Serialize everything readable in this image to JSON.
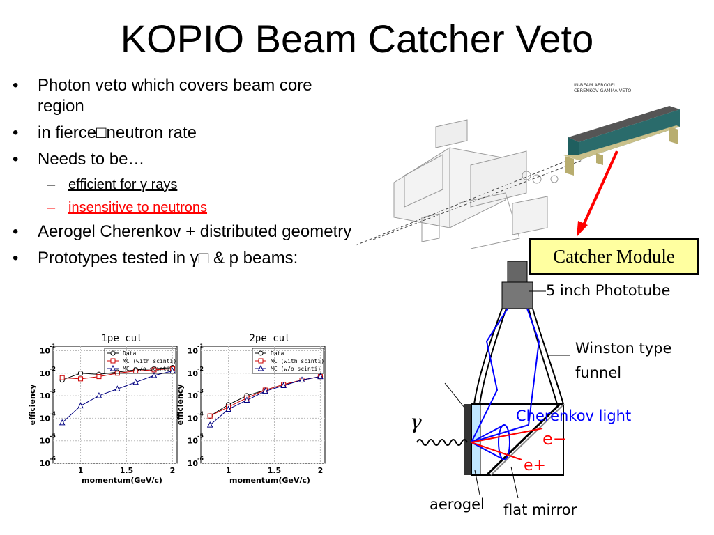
{
  "title": "KOPIO Beam Catcher Veto",
  "bullets": {
    "b1": "Photon veto which covers beam core region",
    "b2": "in fierce□neutron rate",
    "b3": "Needs to be…",
    "sub1": "efficient for γ rays",
    "sub2": "insensitive to neutrons",
    "b4": "Aerogel Cherenkov + distributed geometry",
    "b5": "Prototypes tested in γ□ & p beams:"
  },
  "colors": {
    "red": "#ff0000",
    "blue": "#0000ff",
    "teal": "#2a6b6b",
    "yellow": "#ffffa0",
    "aerogel": "#bfe6ff"
  },
  "diagram": {
    "inbeam_label_1": "IN-BEAM AEROGEL",
    "inbeam_label_2": "CERENKOV GAMMA VETO",
    "catcher_module": "Catcher Module",
    "phototube": "5 inch Phototube",
    "winston1": "Winston type",
    "winston2": "funnel",
    "cherenkov": "Cherenkov light",
    "gamma": "γ",
    "eminus": "e−",
    "eplus": "e+",
    "aerogel": "aerogel",
    "mirror": "flat mirror"
  },
  "chart_data": [
    {
      "type": "line",
      "title": "1pe cut",
      "xlabel": "momentum(GeV/c)",
      "ylabel": "efficiency",
      "yscale": "log",
      "xlim": [
        0.7,
        2.05
      ],
      "ylim": [
        -6,
        -0.8
      ],
      "xticks": [
        "1",
        "1.5",
        "2"
      ],
      "yticks": [
        "10^-1",
        "10^-2",
        "10^-3",
        "10^-4",
        "10^-5",
        "10^-6"
      ],
      "legend": "top-right",
      "series": [
        {
          "name": "Data",
          "marker": "circle",
          "color": "#000000",
          "x": [
            0.8,
            1.0,
            1.2,
            1.4,
            1.6,
            1.8,
            2.0
          ],
          "log10_y": [
            -2.3,
            -2.0,
            -2.05,
            -1.95,
            -1.85,
            -1.8,
            -1.75
          ]
        },
        {
          "name": "MC (with scinti)",
          "marker": "square",
          "color": "#cc0000",
          "x": [
            0.8,
            1.0,
            1.2,
            1.4,
            1.6,
            1.8,
            2.0
          ],
          "log10_y": [
            -2.2,
            -2.25,
            -2.15,
            -2.0,
            -1.9,
            -1.85,
            -1.8
          ]
        },
        {
          "name": "MC (w/o scinti)",
          "marker": "triangle",
          "color": "#000080",
          "x": [
            0.8,
            1.0,
            1.2,
            1.4,
            1.6,
            1.8,
            2.0
          ],
          "log10_y": [
            -4.2,
            -3.45,
            -3.0,
            -2.7,
            -2.4,
            -2.1,
            -1.9
          ]
        }
      ]
    },
    {
      "type": "line",
      "title": "2pe cut",
      "xlabel": "momentum(GeV/c)",
      "ylabel": "efficiency",
      "yscale": "log",
      "xlim": [
        0.7,
        2.05
      ],
      "ylim": [
        -6,
        -0.8
      ],
      "xticks": [
        "1",
        "1.5",
        "2"
      ],
      "yticks": [
        "10^-1",
        "10^-2",
        "10^-3",
        "10^-4",
        "10^-5",
        "10^-6"
      ],
      "legend": "top-right",
      "series": [
        {
          "name": "Data",
          "marker": "circle",
          "color": "#000000",
          "x": [
            0.8,
            1.0,
            1.2,
            1.4,
            1.6,
            1.8,
            2.0
          ],
          "log10_y": [
            -3.9,
            -3.4,
            -3.0,
            -2.75,
            -2.5,
            -2.3,
            -2.15
          ]
        },
        {
          "name": "MC (with scinti)",
          "marker": "square",
          "color": "#cc0000",
          "x": [
            0.8,
            1.0,
            1.2,
            1.4,
            1.6,
            1.8,
            2.0
          ],
          "log10_y": [
            -3.9,
            -3.5,
            -3.1,
            -2.75,
            -2.5,
            -2.3,
            -2.15
          ]
        },
        {
          "name": "MC (w/o scinti)",
          "marker": "triangle",
          "color": "#000080",
          "x": [
            0.8,
            1.0,
            1.2,
            1.4,
            1.6,
            1.8,
            2.0
          ],
          "log10_y": [
            -4.3,
            -3.6,
            -3.2,
            -2.8,
            -2.55,
            -2.3,
            -2.15
          ]
        }
      ]
    }
  ]
}
